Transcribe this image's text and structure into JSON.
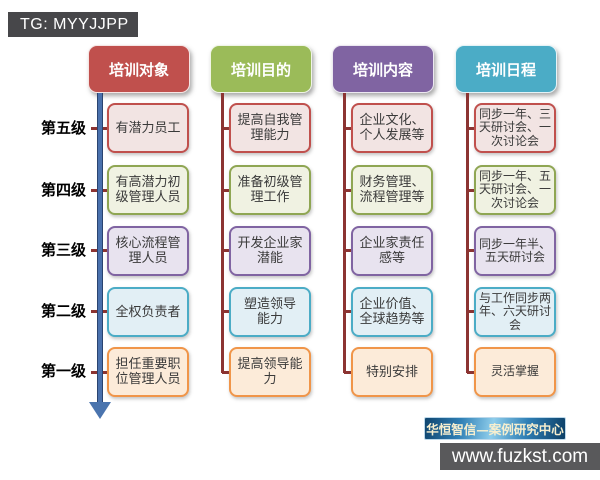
{
  "tag_bar": {
    "text": "TG: MYYJJPP"
  },
  "row_labels": [
    "第五级",
    "第四级",
    "第三级",
    "第二级",
    "第一级"
  ],
  "columns": [
    {
      "header": "培训对象",
      "color": "#C0504D",
      "items": [
        "有潜力员工",
        "有高潜力初\n级管理人员",
        "核心流程管\n理人员",
        "全权负责者",
        "担任重要职\n位管理人员"
      ]
    },
    {
      "header": "培训目的",
      "color": "#9BBB59",
      "items": [
        "提高自我管\n理能力",
        "准备初级管\n理工作",
        "开发企业家\n潜能",
        "塑造领导\n能力",
        "提高领导能\n力"
      ]
    },
    {
      "header": "培训内容",
      "color": "#8064A2",
      "items": [
        "企业文化、\n个人发展等",
        "财务管理、\n流程管理等",
        "企业家责任\n感等",
        "企业价值、\n全球趋势等",
        "特别安排"
      ]
    },
    {
      "header": "培训日程",
      "color": "#4BACC6",
      "items": [
        "同步一年、三\n天研讨会、一\n次讨论会",
        "同步一年、五\n天研讨会、一\n次讨论会",
        "同步一年半、\n五天研讨会",
        "与工作同步两\n年、六天研讨\n会",
        "灵活掌握"
      ]
    }
  ],
  "row_accent_colors": [
    "#C0504D",
    "#9BBB59",
    "#8064A2",
    "#4BACC6",
    "#F79646"
  ],
  "connector_colors": {
    "level_arrow": "#4A74AE",
    "branch_line": "#8C3432"
  },
  "banner": {
    "text": "华恒智信—案例研究中心",
    "background": "#2F7FB5"
  },
  "website_bar": {
    "text": "www.fuzkst.com",
    "background": "#59595B"
  }
}
